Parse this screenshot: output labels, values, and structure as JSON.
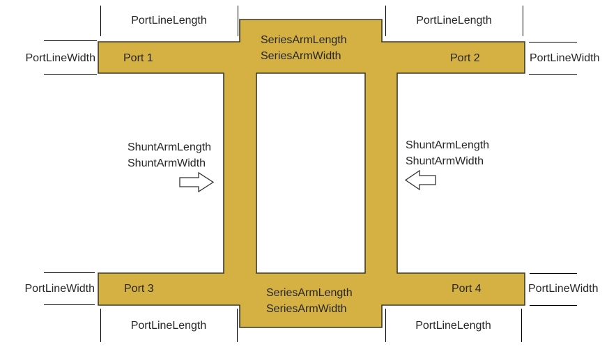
{
  "diagram": {
    "title_semantic": "branch-line coupler layout with dimension labels",
    "ports": {
      "p1": "Port 1",
      "p2": "Port 2",
      "p3": "Port 3",
      "p4": "Port 4"
    },
    "dims": {
      "port_line_length": "PortLineLength",
      "port_line_width": "PortLineWidth",
      "series_arm_length": "SeriesArmLength",
      "series_arm_width": "SeriesArmWidth",
      "shunt_arm_length": "ShuntArmLength",
      "shunt_arm_width": "ShuntArmWidth"
    },
    "icons": {
      "left_shunt_pointer": "right-arrow",
      "right_shunt_pointer": "left-arrow"
    },
    "colors": {
      "trace_fill": "#d5b143",
      "trace_outline": "#3b3b29",
      "dimension_line": "#000000",
      "arrow_fill": "#ffffff",
      "arrow_outline": "#333333",
      "text": "#262626",
      "background": "#ffffff"
    }
  }
}
